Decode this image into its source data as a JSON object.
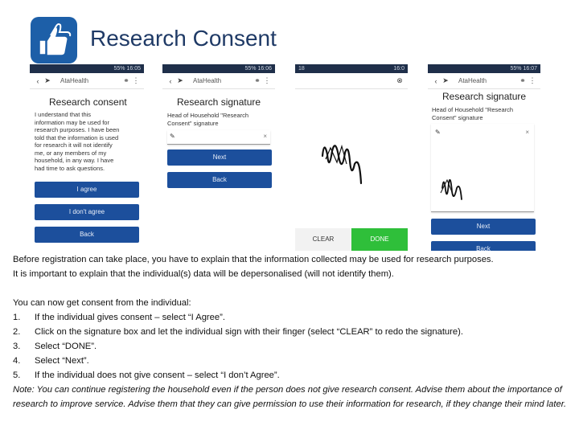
{
  "slide": {
    "title": "Research Consent"
  },
  "app_name": "AtaHealth",
  "phone1": {
    "status_left": "",
    "status_right": "55% 16:05",
    "screen_title": "Research consent",
    "body": "I understand that this information may be used for research purposes. I have been told that the information is used for research it will not identify me, or any members of my household, in any way. I have had time to ask questions.",
    "buttons": {
      "agree": "I agree",
      "disagree": "I don't agree",
      "back": "Back"
    }
  },
  "phone2": {
    "status_right": "55% 16:06",
    "screen_title": "Research signature",
    "label": "Head of Household \"Research Consent\" signature",
    "buttons": {
      "next": "Next",
      "back": "Back"
    }
  },
  "phone3": {
    "status_left": "18",
    "status_right": "16:0",
    "buttons": {
      "clear": "CLEAR",
      "done": "DONE"
    }
  },
  "phone4": {
    "status_right": "55% 16:07",
    "screen_title": "Research signature",
    "label": "Head of Household \"Research Consent\" signature",
    "buttons": {
      "next": "Next",
      "back": "Back"
    }
  },
  "instructions": {
    "intro1": "Before registration can take place, you have to explain that the information collected may be used for research purposes.",
    "intro2": "It is important to explain that the individual(s) data will be depersonalised (will not identify them).",
    "lead": "You can now get consent from the individual:",
    "steps": [
      {
        "num": "1.",
        "text": "If the individual gives consent – select “I Agree”."
      },
      {
        "num": "2.",
        "text": "Click on the signature box and let the individual sign with their finger (select “CLEAR” to redo the signature)."
      },
      {
        "num": "3.",
        "text": "Select “DONE”."
      },
      {
        "num": "4.",
        "text": "Select “Next”."
      },
      {
        "num": "5.",
        "text": "If the individual does not give consent – select “I don’t Agree”."
      }
    ],
    "note": "Note: You can continue registering the household even if the person does not give research consent. Advise them about the importance of research to improve service. Advise them that they can give permission to use their information for research, if they change their mind later."
  },
  "colors": {
    "primary_button": "#1c4f9c",
    "done_button": "#2fbf3a",
    "title_text": "#1f3a66",
    "logo_bg": "#1d5fa8"
  },
  "icons": [
    "thumbs-up-logo-icon",
    "back-arrow-icon",
    "location-icon",
    "sync-icon",
    "menu-icon",
    "pen-icon",
    "close-icon"
  ]
}
